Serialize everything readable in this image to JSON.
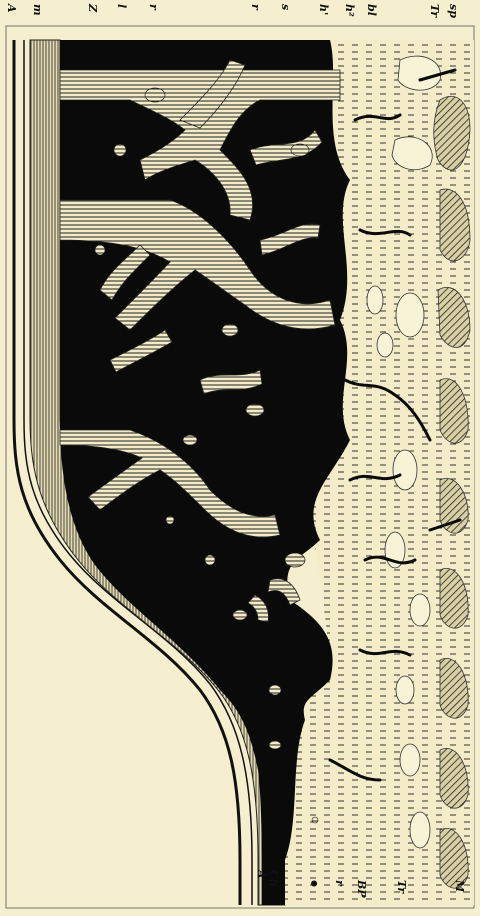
{
  "figure": {
    "top_labels": {
      "A": "A",
      "m": "m",
      "Z": "Z",
      "l_1": "l",
      "r_1": "r",
      "r_2": "r",
      "s": "s",
      "h_prime": "h'",
      "h2": "h²",
      "bl": "bl",
      "Tr": "Tr",
      "sp": "sp"
    },
    "bottom_labels": {
      "A": "A",
      "Ch": "Ch",
      "dot": "●",
      "r": "r",
      "BP": "BP",
      "Tr": "Tr",
      "M": "M"
    }
  }
}
